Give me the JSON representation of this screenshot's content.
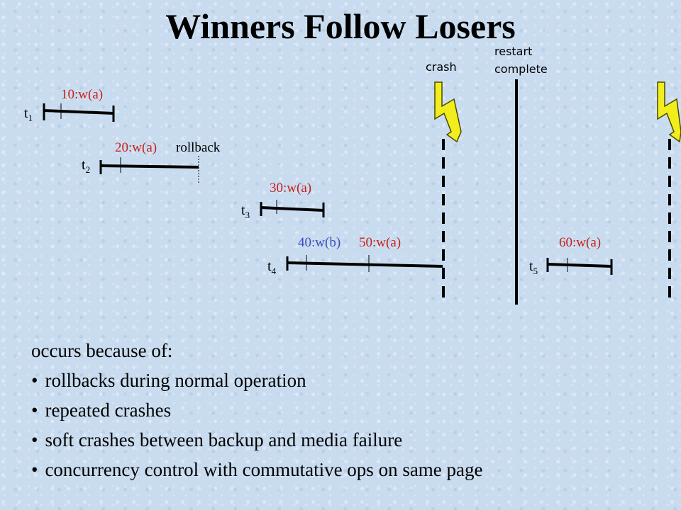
{
  "title": "Winners Follow Losers",
  "events": {
    "crash": "crash",
    "restart_line1": "restart",
    "restart_line2": "complete"
  },
  "transactions": [
    {
      "name": "t",
      "sub": "1",
      "ops": [
        "10:w(a)"
      ]
    },
    {
      "name": "t",
      "sub": "2",
      "ops": [
        "20:w(a)",
        "rollback"
      ]
    },
    {
      "name": "t",
      "sub": "3",
      "ops": [
        "30:w(a)"
      ]
    },
    {
      "name": "t",
      "sub": "4",
      "ops": [
        "40:w(b)",
        "50:w(a)"
      ]
    },
    {
      "name": "t",
      "sub": "5",
      "ops": [
        "60:w(a)"
      ]
    }
  ],
  "colors": {
    "op": "#c8201b",
    "op_other_page": "#3b4cc2",
    "lightning": "#f2ee1e"
  },
  "body": {
    "intro": "occurs because of:",
    "bullets": [
      "rollbacks during normal operation",
      "repeated crashes",
      "soft crashes between backup and media failure",
      "concurrency control with commutative ops on same page"
    ]
  }
}
